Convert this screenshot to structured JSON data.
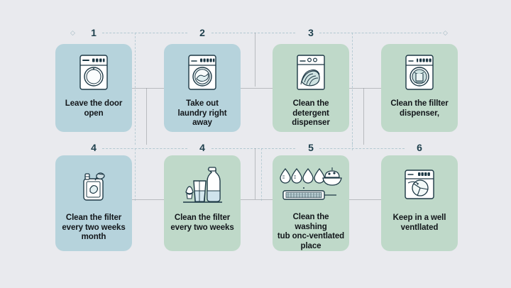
{
  "infographic": {
    "background_color": "#e9eaee",
    "card_colors": {
      "blue": "#b6d3dc",
      "green": "#bfd9c9"
    },
    "number_color": "#1d3f4c",
    "rows": [
      {
        "row_index": 1,
        "numbers": [
          "1",
          "2",
          "3",
          ""
        ],
        "cards": [
          {
            "number": "1",
            "color": "blue",
            "icon": "washing-machine-door-open-icon",
            "line1": "Leave the door",
            "line2": "open",
            "line3": ""
          },
          {
            "number": "2",
            "color": "blue",
            "icon": "washing-machine-laundry-icon",
            "line1": "Take out",
            "line2": "laundry right away",
            "line3": ""
          },
          {
            "number": "3",
            "color": "green",
            "icon": "detergent-dispenser-icon",
            "line1": "Clean the",
            "line2": "detergent dispenser",
            "line3": ""
          },
          {
            "number": "",
            "color": "green",
            "icon": "washing-machine-filter-icon",
            "line1": "Clean the fillter",
            "line2": "dispenser,",
            "line3": ""
          }
        ]
      },
      {
        "row_index": 2,
        "numbers": [
          "4",
          "4",
          "5",
          "6"
        ],
        "cards": [
          {
            "number": "4",
            "color": "blue",
            "icon": "detergent-bottle-spray-icon",
            "line1": "Clean the filter",
            "line2": "every two weeks",
            "line3": "month"
          },
          {
            "number": "4",
            "color": "green",
            "icon": "bottle-and-glass-icon",
            "line1": "Clean the filter",
            "line2": "every two weeks",
            "line3": ""
          },
          {
            "number": "5",
            "color": "green",
            "icon": "water-drops-filter-icon",
            "line1": "Clean the washing",
            "line2": "tub onc-ventlated",
            "line3": "place"
          },
          {
            "number": "6",
            "color": "green",
            "icon": "washing-machine-vent-icon",
            "line1": "Keep in a well",
            "line2": "ventllated",
            "line3": ""
          }
        ]
      }
    ],
    "rail_markers": {
      "left": "◇",
      "right": "◇"
    }
  }
}
